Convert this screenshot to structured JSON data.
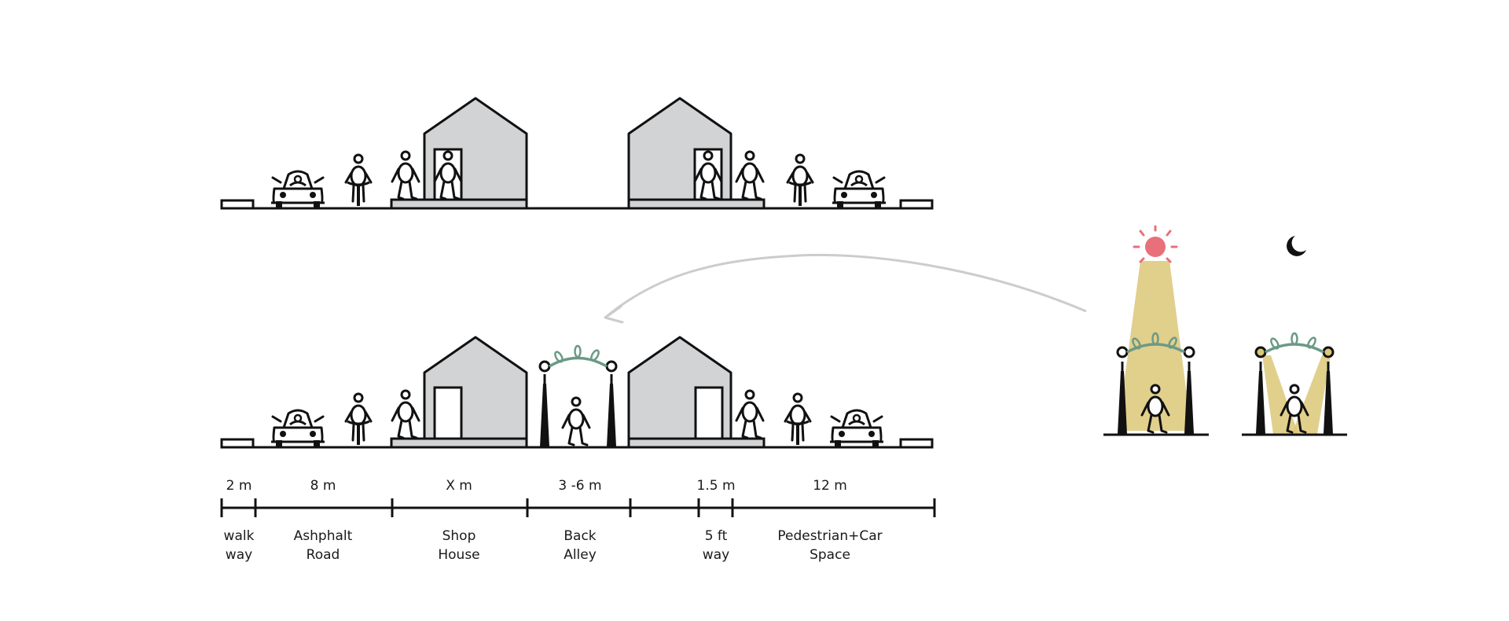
{
  "dimensions": [
    {
      "value": "2 m"
    },
    {
      "value": "8 m"
    },
    {
      "value": "X m"
    },
    {
      "value": "3 -6 m"
    },
    {
      "value": "1.5 m"
    },
    {
      "value": "12 m"
    }
  ],
  "zones": [
    {
      "line1": "walk",
      "line2": "way"
    },
    {
      "line1": "Ashphalt",
      "line2": "Road"
    },
    {
      "line1": "Shop",
      "line2": "House"
    },
    {
      "line1": "Back",
      "line2": "Alley"
    },
    {
      "line1": "5 ft",
      "line2": "way"
    },
    {
      "line1": "Pedestrian+Car",
      "line2": "Space"
    }
  ],
  "icons": {
    "sun": "sun-icon",
    "moon": "moon-icon",
    "arrow": "curved-arrow-icon"
  },
  "colors": {
    "ink": "#111111",
    "building": "#d2d3d5",
    "foliage": "#6a9a86",
    "sun": "#e8707a",
    "light": "#dcc778",
    "arrow": "#cccccc"
  }
}
